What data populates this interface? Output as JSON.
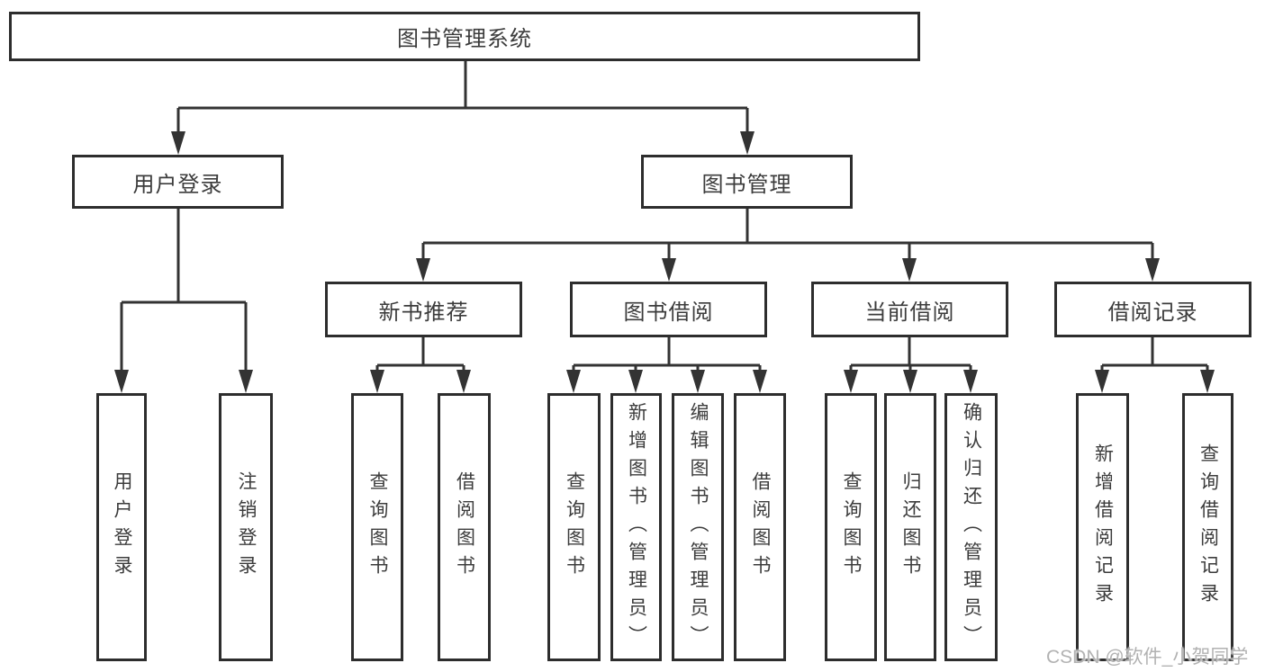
{
  "diagram": {
    "title": "图书管理系统",
    "level2": [
      {
        "label": "用户登录"
      },
      {
        "label": "图书管理"
      }
    ],
    "level3": [
      {
        "label": "新书推荐"
      },
      {
        "label": "图书借阅"
      },
      {
        "label": "当前借阅"
      },
      {
        "label": "借阅记录"
      }
    ],
    "leaves": [
      {
        "label": "用户登录"
      },
      {
        "label": "注销登录"
      },
      {
        "label": "查询图书"
      },
      {
        "label": "借阅图书"
      },
      {
        "label": "查询图书"
      },
      {
        "label": "新增图书（管理员）"
      },
      {
        "label": "编辑图书（管理员）"
      },
      {
        "label": "借阅图书"
      },
      {
        "label": "查询图书"
      },
      {
        "label": "归还图书"
      },
      {
        "label": "确认归还（管理员）"
      },
      {
        "label": "新增借阅记录"
      },
      {
        "label": "查询借阅记录"
      }
    ],
    "watermark": "CSDN @软件_小贺同学",
    "colors": {
      "line": "#333333",
      "box_border": "#2d2d2d",
      "text": "#3c3c3c",
      "watermark": "#b2b2b2",
      "background": "#ffffff"
    }
  }
}
